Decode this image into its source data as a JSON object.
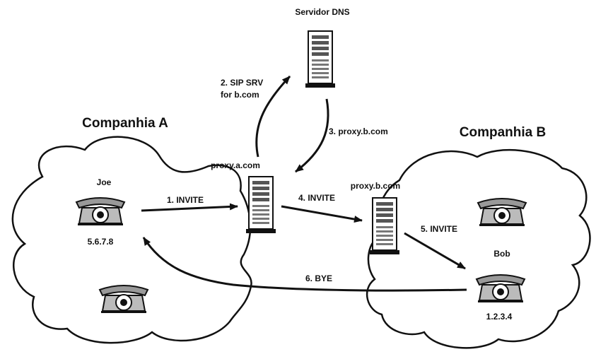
{
  "dns_server": {
    "label": "Servidor DNS"
  },
  "company_a": {
    "label": "Companhia A"
  },
  "company_b": {
    "label": "Companhia B"
  },
  "proxy_a": {
    "label": "proxy.a.com"
  },
  "proxy_b": {
    "label": "proxy.b.com"
  },
  "joe": {
    "name": "Joe",
    "ip": "5.6.7.8"
  },
  "bob": {
    "name": "Bob",
    "ip": "1.2.3.4"
  },
  "steps": {
    "s1": "1. INVITE",
    "s2_line1": "2. SIP SRV",
    "s2_line2": "for b.com",
    "s3": "3. proxy.b.com",
    "s4": "4. INVITE",
    "s5": "5. INVITE",
    "s6": "6. BYE"
  }
}
